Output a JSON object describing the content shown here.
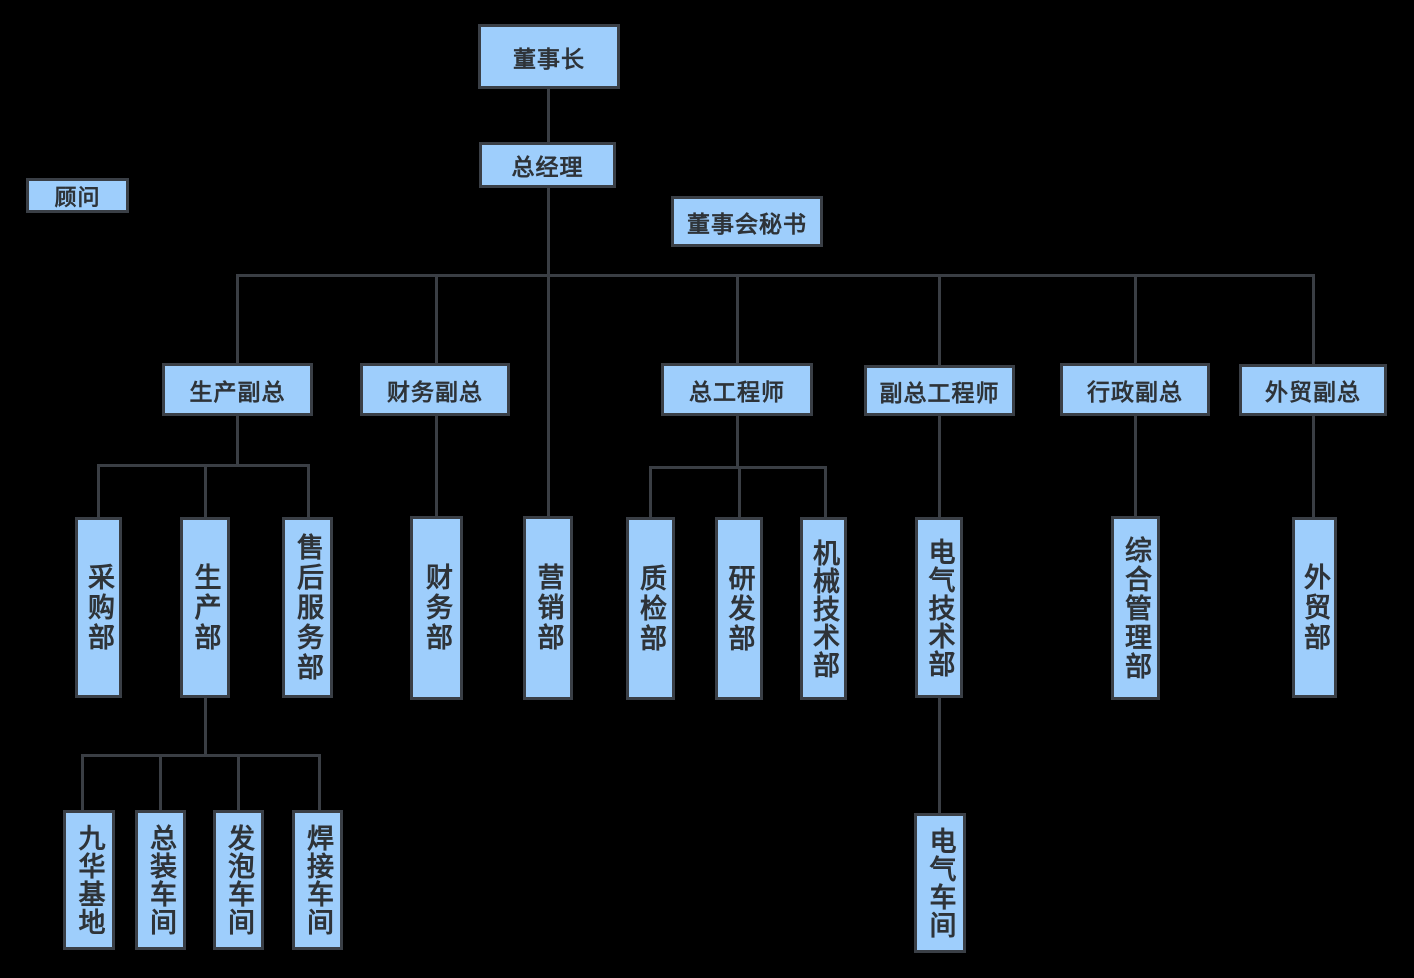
{
  "diagram_type": "org-chart",
  "colors": {
    "background": "#000000",
    "node_fill": "#9ECEFC",
    "node_border": "#3A3F46",
    "connector_line": "#3A3E44",
    "node_text": "#2E3338"
  },
  "nodes": {
    "chairman": {
      "label": "董事长"
    },
    "general_manager": {
      "label": "总经理"
    },
    "advisor": {
      "label": "顾问"
    },
    "board_secretary": {
      "label": "董事会秘书"
    },
    "production_vp": {
      "label": "生产副总"
    },
    "finance_vp": {
      "label": "财务副总"
    },
    "chief_engineer": {
      "label": "总工程师"
    },
    "deputy_chief_engineer": {
      "label": "副总工程师"
    },
    "admin_vp": {
      "label": "行政副总"
    },
    "foreign_trade_vp": {
      "label": "外贸副总"
    },
    "purchasing_dept": {
      "label": "采购部"
    },
    "production_dept": {
      "label": "生产部"
    },
    "after_sales_dept": {
      "label": "售后服务部"
    },
    "finance_dept": {
      "label": "财务部"
    },
    "marketing_dept": {
      "label": "营销部"
    },
    "quality_dept": {
      "label": "质检部"
    },
    "rnd_dept": {
      "label": "研发部"
    },
    "mech_tech_dept": {
      "label": "机械技术部"
    },
    "elec_tech_dept": {
      "label": "电气技术部"
    },
    "general_mgmt_dept": {
      "label": "综合管理部"
    },
    "foreign_trade_dept": {
      "label": "外贸部"
    },
    "jiuhua_base": {
      "label": "九华基地"
    },
    "assembly_workshop": {
      "label": "总装车间"
    },
    "foaming_workshop": {
      "label": "发泡车间"
    },
    "welding_workshop": {
      "label": "焊接车间"
    },
    "electrical_workshop": {
      "label": "电气车间"
    }
  },
  "edges": [
    [
      "chairman",
      "general_manager"
    ],
    [
      "general_manager",
      "production_vp"
    ],
    [
      "general_manager",
      "finance_vp"
    ],
    [
      "general_manager",
      "marketing_dept"
    ],
    [
      "general_manager",
      "chief_engineer"
    ],
    [
      "general_manager",
      "deputy_chief_engineer"
    ],
    [
      "general_manager",
      "admin_vp"
    ],
    [
      "general_manager",
      "foreign_trade_vp"
    ],
    [
      "production_vp",
      "purchasing_dept"
    ],
    [
      "production_vp",
      "production_dept"
    ],
    [
      "production_vp",
      "after_sales_dept"
    ],
    [
      "finance_vp",
      "finance_dept"
    ],
    [
      "chief_engineer",
      "quality_dept"
    ],
    [
      "chief_engineer",
      "rnd_dept"
    ],
    [
      "chief_engineer",
      "mech_tech_dept"
    ],
    [
      "deputy_chief_engineer",
      "elec_tech_dept"
    ],
    [
      "elec_tech_dept",
      "electrical_workshop"
    ],
    [
      "admin_vp",
      "general_mgmt_dept"
    ],
    [
      "foreign_trade_vp",
      "foreign_trade_dept"
    ],
    [
      "production_dept",
      "jiuhua_base"
    ],
    [
      "production_dept",
      "assembly_workshop"
    ],
    [
      "production_dept",
      "foaming_workshop"
    ],
    [
      "production_dept",
      "welding_workshop"
    ]
  ],
  "floating_nodes": [
    "advisor",
    "board_secretary"
  ]
}
